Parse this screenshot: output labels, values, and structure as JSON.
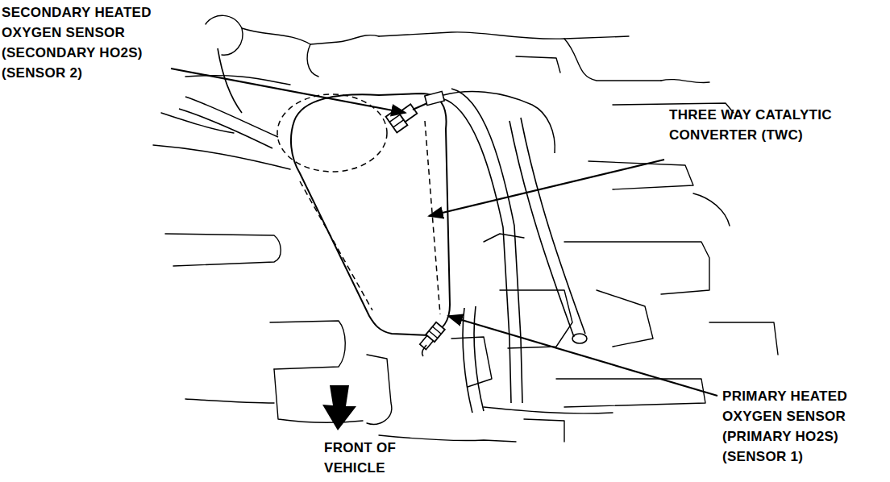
{
  "diagram": {
    "labels": [
      "SECONDARY HEATED OXYGEN SENSOR (SECONDARY HO2S) (SENSOR 2)",
      "THREE WAY CATALYTIC CONVERTER (TWC)",
      "PRIMARY HEATED OXYGEN SENSOR (PRIMARY HO2S) (SENSOR 1)",
      "FRONT OF VEHICLE"
    ]
  }
}
